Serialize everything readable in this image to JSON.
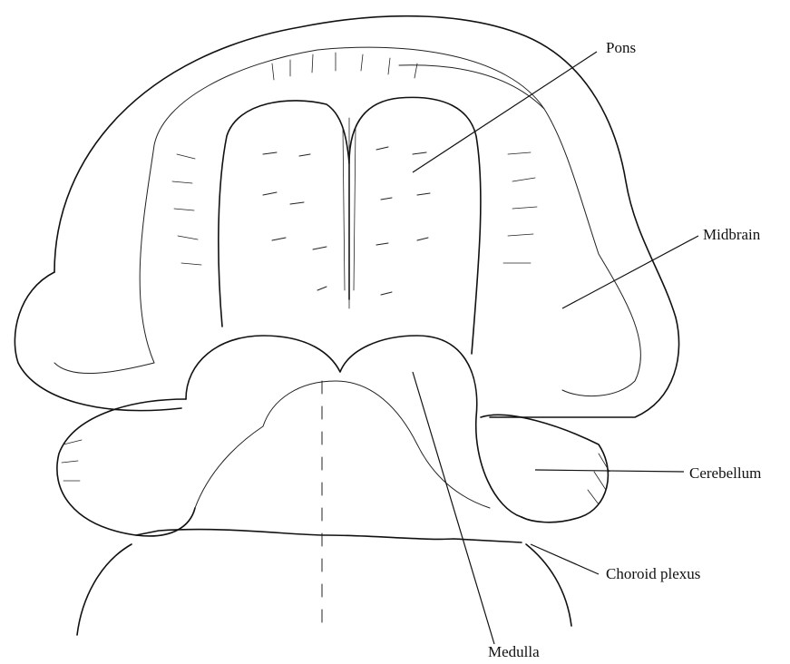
{
  "labels": {
    "pons": "Pons",
    "midbrain": "Midbrain",
    "cerebellum": "Cerebellum",
    "choroid_plexus": "Choroid plexus",
    "medulla": "Medulla"
  }
}
